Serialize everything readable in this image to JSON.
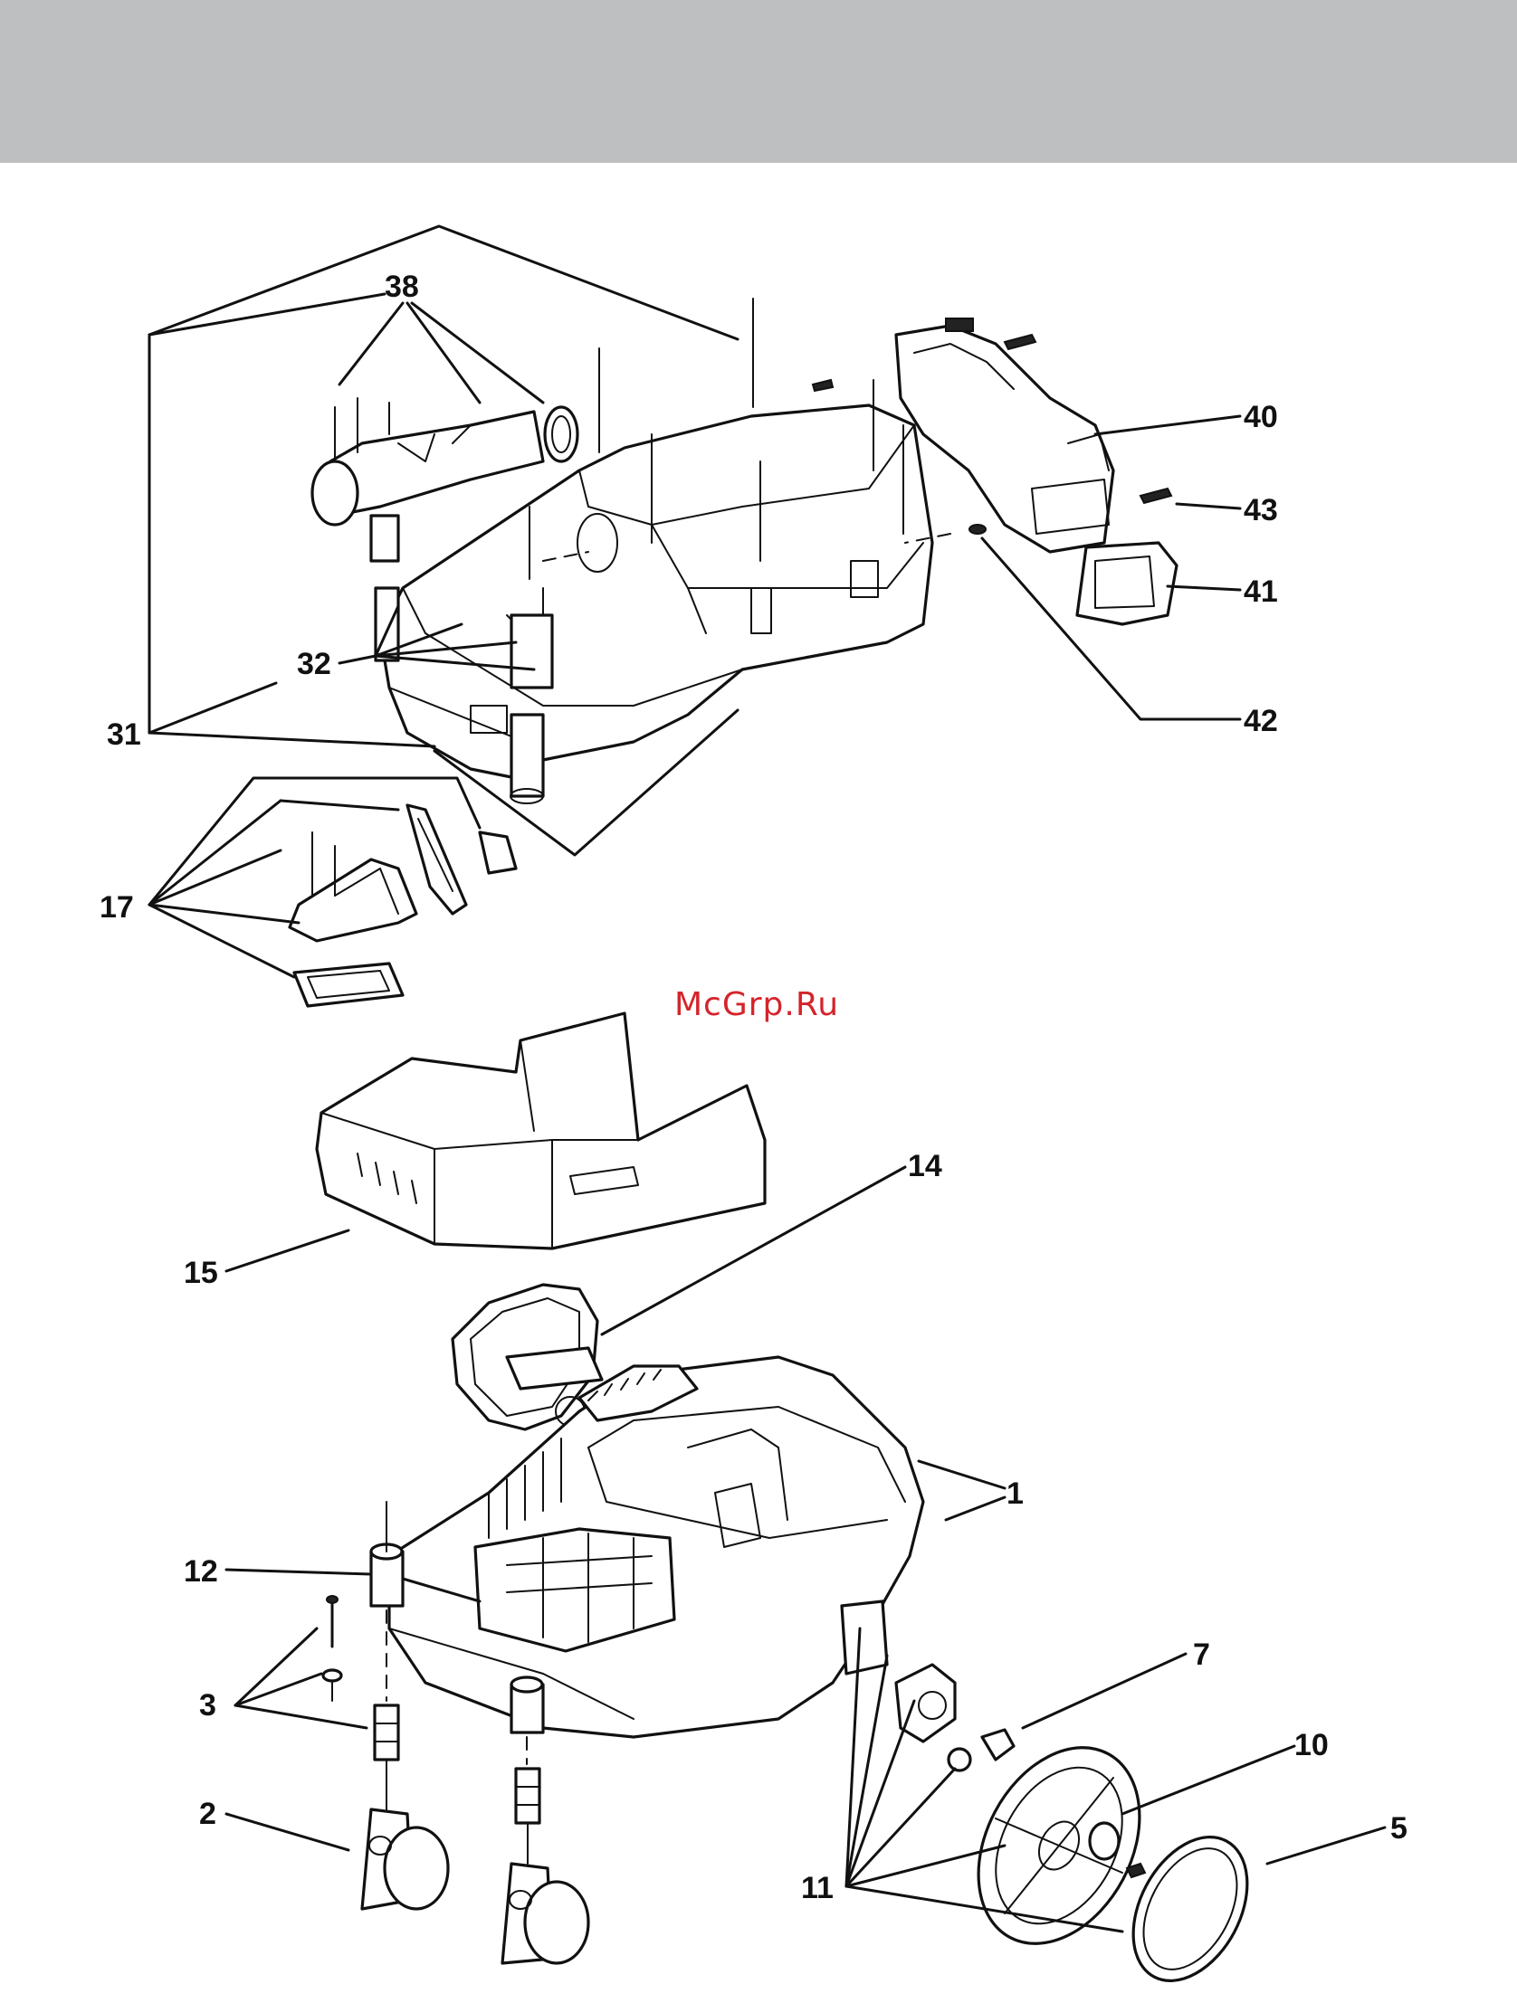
{
  "watermark": "McGrp.Ru",
  "colors": {
    "header": "#bdbfc1",
    "watermark": "#d5242b",
    "line": "#111111"
  },
  "callouts": {
    "c38": "38",
    "c40": "40",
    "c43": "43",
    "c41": "41",
    "c42": "42",
    "c32": "32",
    "c31": "31",
    "c17": "17",
    "c14": "14",
    "c15": "15",
    "c1": "1",
    "c12": "12",
    "c7": "7",
    "c10": "10",
    "c3": "3",
    "c2": "2",
    "c5": "5",
    "c11": "11"
  }
}
